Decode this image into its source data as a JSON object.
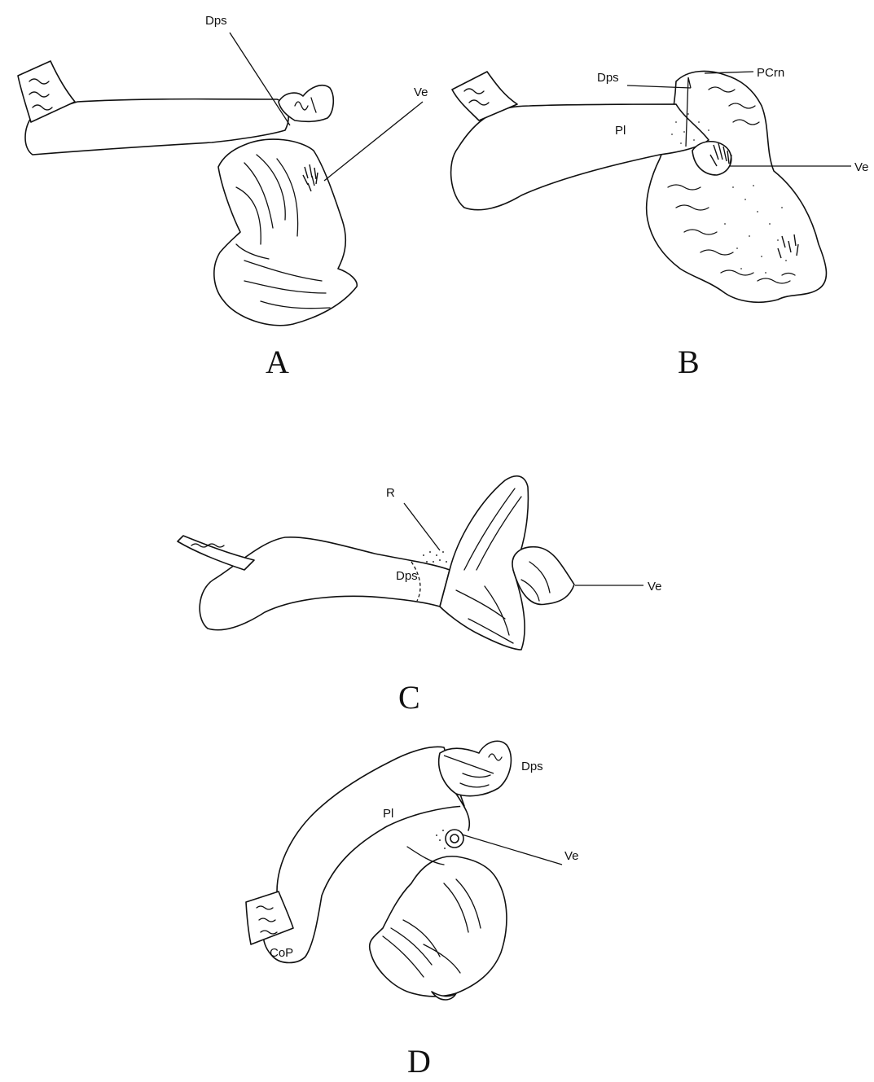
{
  "panels": {
    "a": {
      "letter": "A",
      "labels": {
        "dps": "Dps",
        "ve": "Ve"
      }
    },
    "b": {
      "letter": "B",
      "labels": {
        "dps": "Dps",
        "pcrn": "PCrn",
        "pl": "Pl",
        "ve": "Ve"
      }
    },
    "c": {
      "letter": "C",
      "labels": {
        "r": "R",
        "dps": "Dps",
        "ve": "Ve"
      }
    },
    "d": {
      "letter": "D",
      "labels": {
        "dps": "Dps",
        "pl": "Pl",
        "ve": "Ve",
        "cop": "CoP"
      }
    }
  }
}
